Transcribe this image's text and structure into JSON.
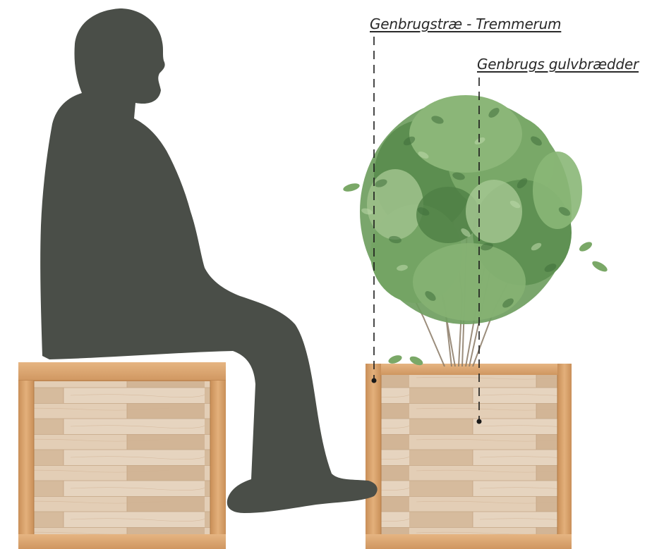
{
  "annotations": {
    "reclaimed_wood": "Genbrugstræ - Tremmerum",
    "reclaimed_floorboards": "Genbrugs gulvbrædder"
  },
  "colors": {
    "silhouette": "#4a4e48",
    "frame_wood": "#d9a36e",
    "frame_wood_dark": "#b9824f",
    "panel_wood": "#dcc3a8",
    "panel_wood_light": "#e8d5bf",
    "panel_wood_dark": "#c9a987",
    "foliage": "#6a9a5c",
    "foliage_dark": "#3f6f3b",
    "foliage_light": "#9cc08a",
    "branch": "#8a7a66",
    "leader_line": "#1a1a1a"
  },
  "icons": {
    "person": "seated-person-silhouette",
    "plant": "shrub-plant"
  }
}
